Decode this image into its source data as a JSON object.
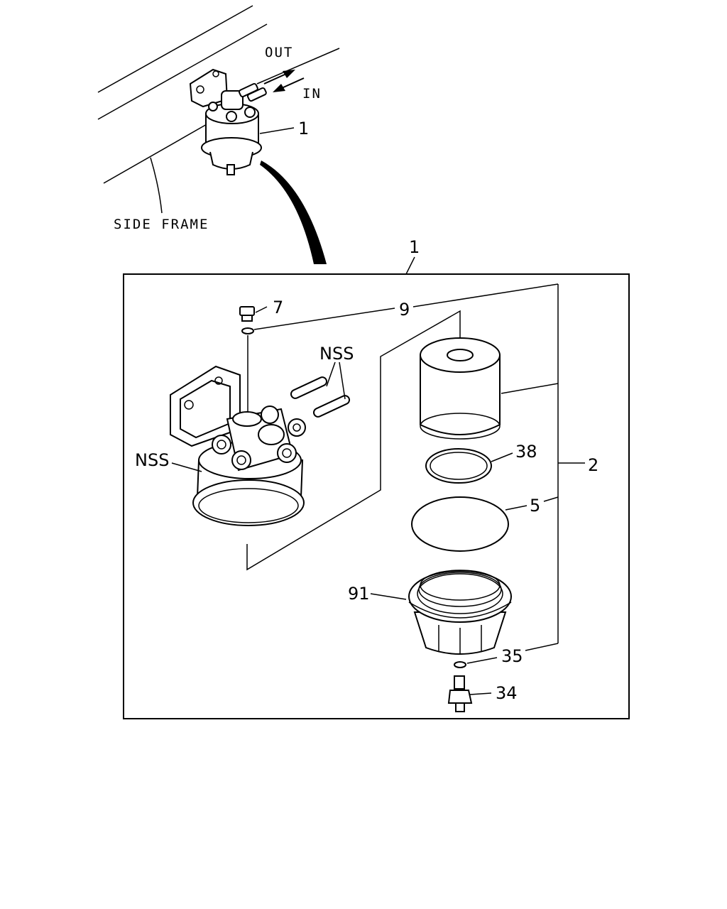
{
  "overview": {
    "out_label": "OUT",
    "in_label": "IN",
    "side_frame_label": "SIDE FRAME",
    "assembly_callout": "1"
  },
  "detail": {
    "assembly_callout": "1",
    "nss_pipes": "NSS",
    "nss_head": "NSS",
    "callouts": {
      "bleeder_plug": "7",
      "o_ring_top": "9",
      "filter_kit": "2",
      "seal_ring": "38",
      "gasket": "5",
      "bowl": "91",
      "o_ring_bottom": "35",
      "drain_sensor": "34"
    }
  },
  "colors": {
    "ink": "#000000",
    "paper": "#ffffff"
  }
}
